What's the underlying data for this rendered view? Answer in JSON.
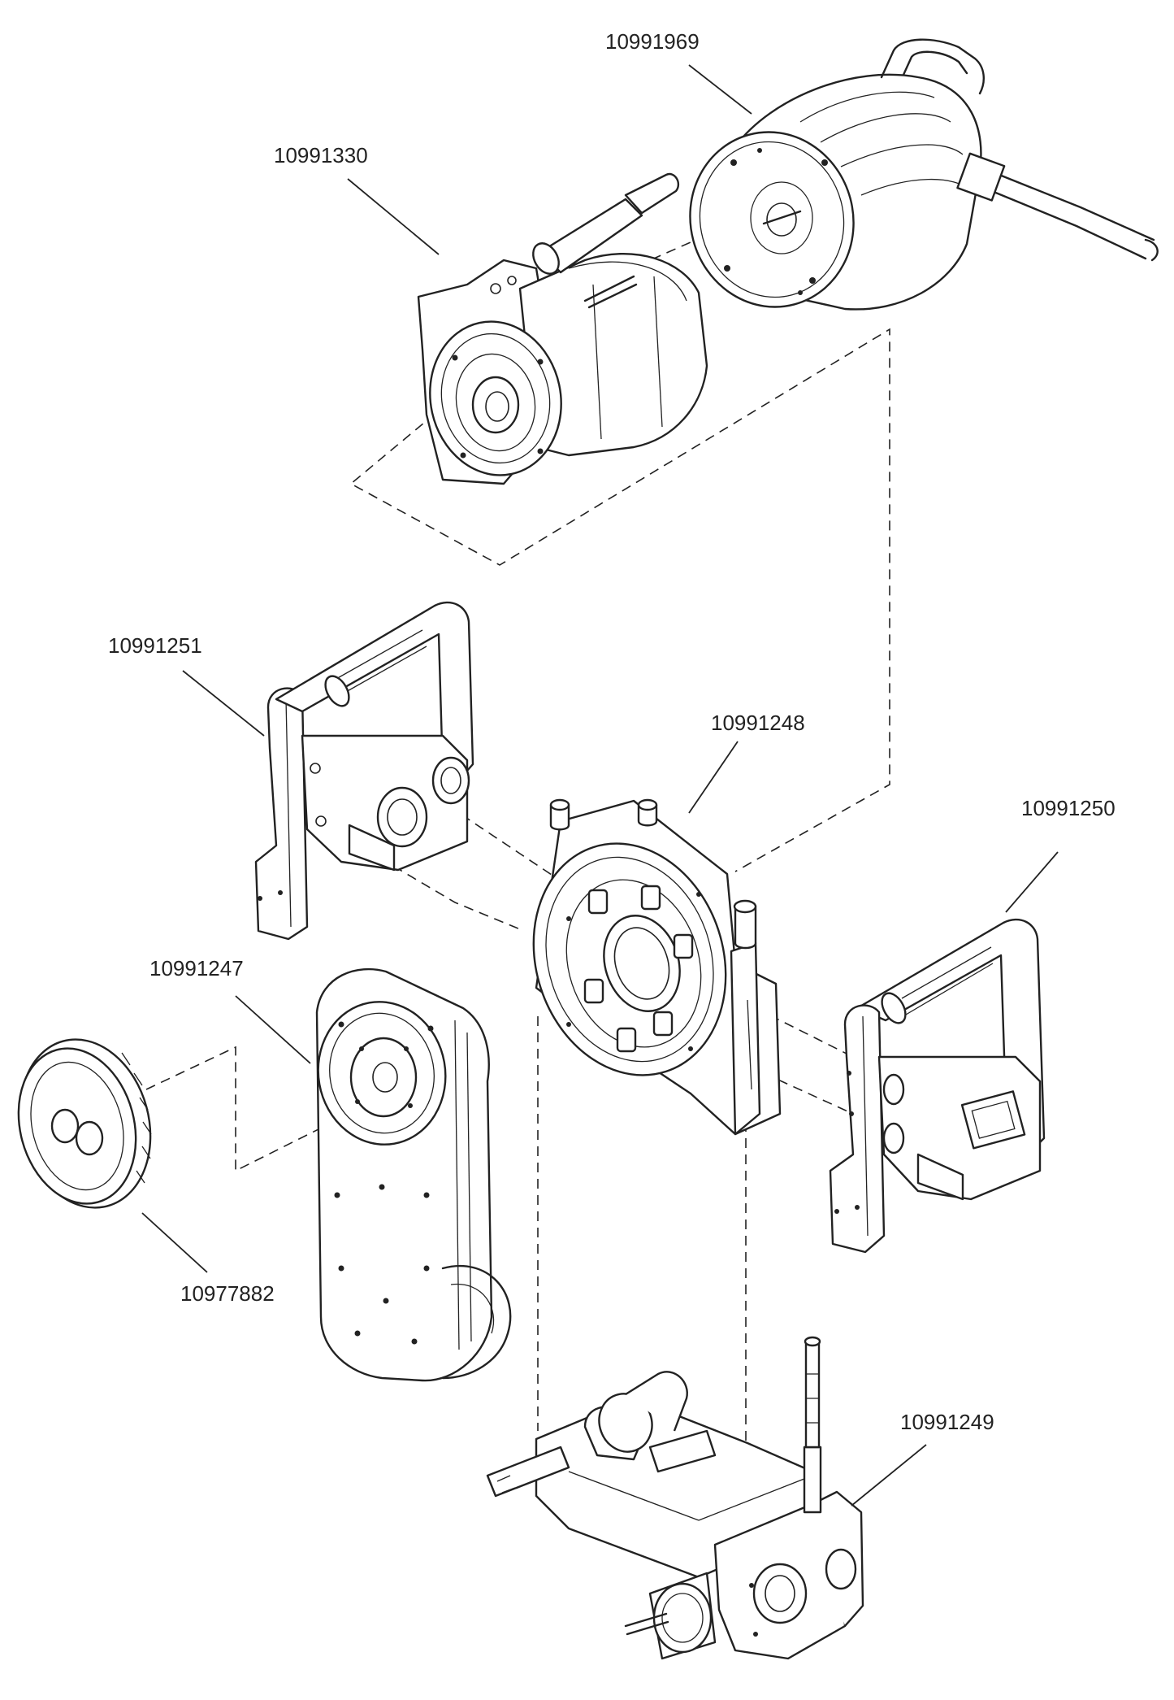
{
  "callouts": [
    {
      "id": "c-10991969",
      "text": "10991969"
    },
    {
      "id": "c-10991330",
      "text": "10991330"
    },
    {
      "id": "c-10991251",
      "text": "10991251"
    },
    {
      "id": "c-10991248",
      "text": "10991248"
    },
    {
      "id": "c-10991250",
      "text": "10991250"
    },
    {
      "id": "c-10991247",
      "text": "10991247"
    },
    {
      "id": "c-10977882",
      "text": "10977882"
    },
    {
      "id": "c-10991249",
      "text": "10991249"
    }
  ],
  "colors": {
    "line": "#222222",
    "background": "#ffffff"
  }
}
